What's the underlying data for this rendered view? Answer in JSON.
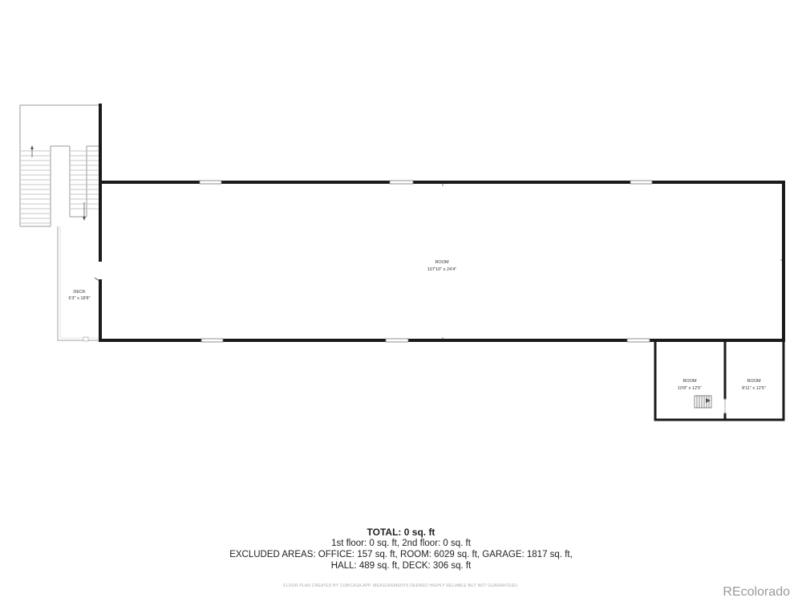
{
  "rooms": {
    "main": {
      "name": "ROOM",
      "dims": "107'10\" x 24'4\""
    },
    "deck": {
      "name": "DECK",
      "dims": "6'3\" x 18'8\""
    },
    "room_left": {
      "name": "ROOM",
      "dims": "10'8\" x 12'5\""
    },
    "room_right": {
      "name": "ROOM",
      "dims": "8'11\" x 12'5\""
    }
  },
  "summary": {
    "total": "TOTAL: 0 sq. ft",
    "line1": "1st floor: 0 sq. ft, 2nd floor: 0 sq. ft",
    "line2": "EXCLUDED AREAS: OFFICE: 157 sq. ft, ROOM: 6029 sq. ft, GARAGE: 1817 sq. ft,",
    "line3": "HALL: 489 sq. ft, DECK: 306 sq. ft"
  },
  "disclaimer": "FLOOR PLAN CREATED BY CUBICASA APP. MEASUREMENTS DEEMED HIGHLY RELIABLE BUT NOT GUARANTEED.",
  "logo": "REcolorado"
}
